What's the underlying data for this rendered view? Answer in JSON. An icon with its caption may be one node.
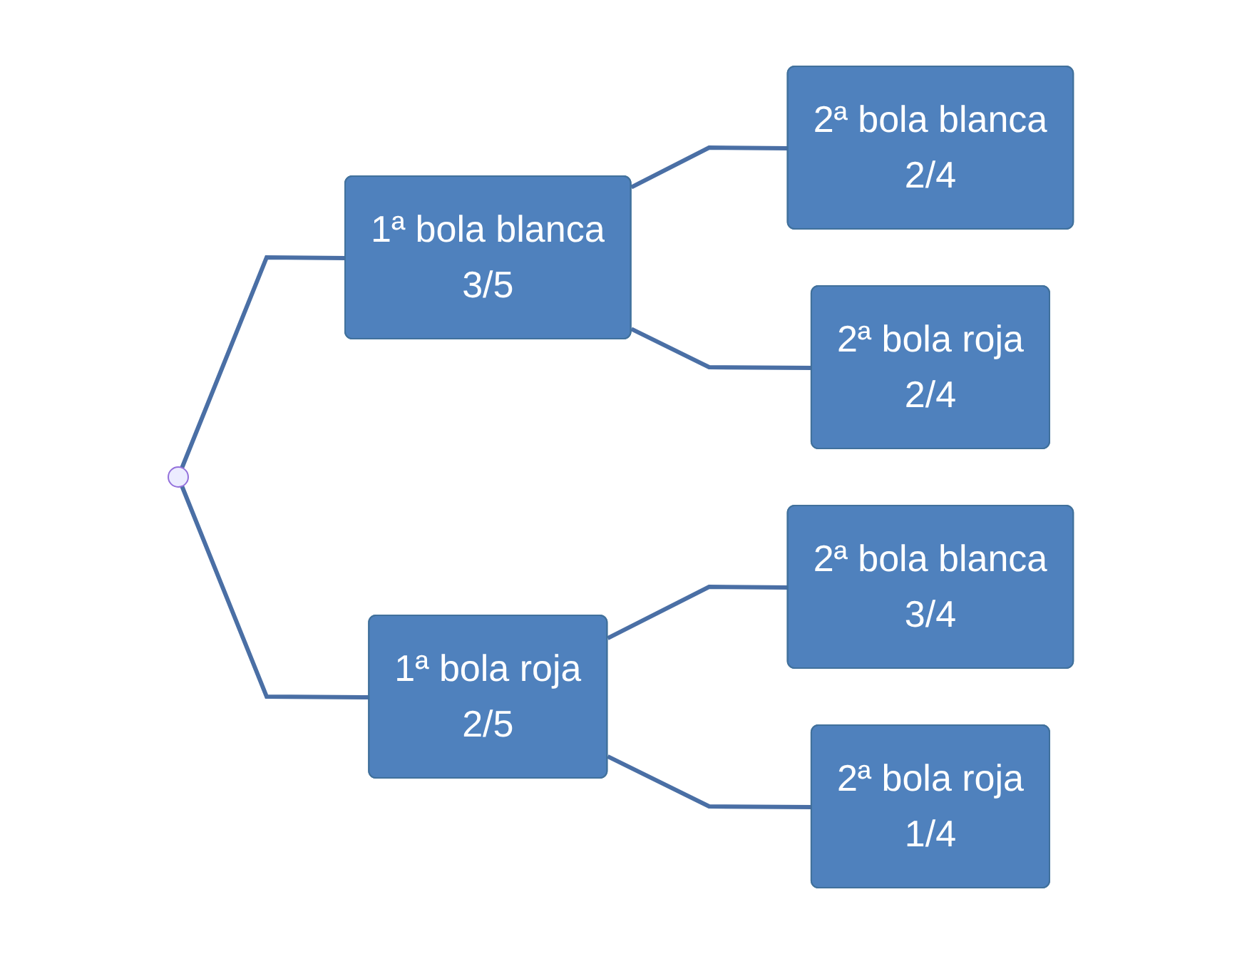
{
  "diagram": {
    "nodes": [
      {
        "text": [],
        "shape": "point"
      },
      {
        "text": [
          "1ª bola blanca",
          "3/5"
        ]
      },
      {
        "text": [
          "1ª bola roja",
          "2/5"
        ]
      },
      {
        "text": [
          "2ª bola blanca",
          "2/4"
        ]
      },
      {
        "text": [
          "2ª bola roja",
          "2/4"
        ]
      },
      {
        "text": [
          "2ª bola blanca",
          "3/4"
        ]
      },
      {
        "text": [
          "2ª bola roja",
          "1/4"
        ]
      }
    ],
    "edges": [
      {
        "from": 0,
        "to": 1,
        "arrow": "none"
      },
      {
        "from": 0,
        "to": 2,
        "arrow": "none"
      },
      {
        "from": 1,
        "to": 3,
        "arrow": "none"
      },
      {
        "from": 1,
        "to": 4,
        "arrow": "none"
      },
      {
        "from": 2,
        "to": 5,
        "arrow": "none"
      },
      {
        "from": 2,
        "to": 6,
        "arrow": "none"
      }
    ]
  }
}
